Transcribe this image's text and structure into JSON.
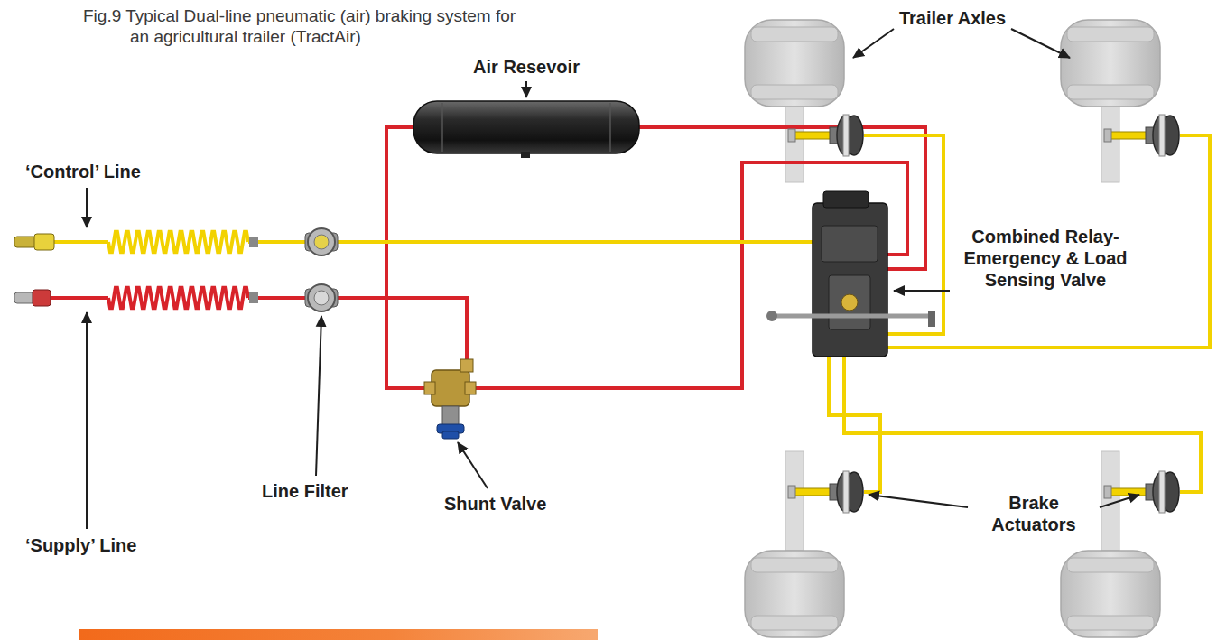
{
  "diagram": {
    "title": "Fig.9 Typical Dual-line pneumatic (air) braking system for an agricultural trailer (TractAir)",
    "labels": [
      "Trailer Axles",
      "Air Resevoir",
      "‘Control’ Line",
      "Combined Relay-Emergency & Load Sensing Valve",
      "‘Supply’ Line",
      "Line Filter",
      "Shunt Valve",
      "Brake Actuators"
    ]
  }
}
